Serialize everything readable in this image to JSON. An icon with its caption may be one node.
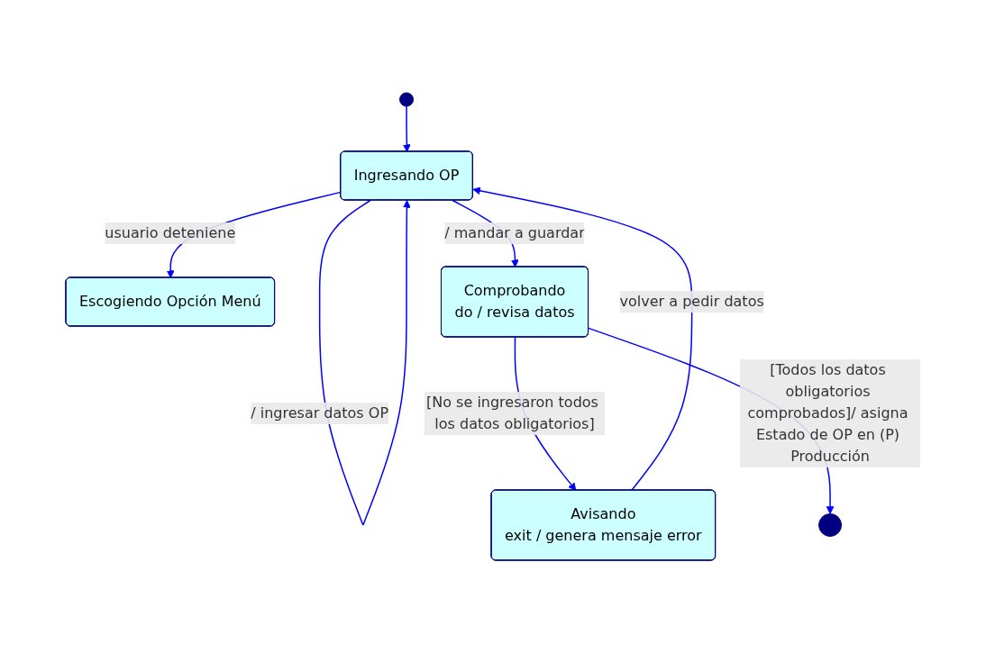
{
  "diagram": {
    "nodes": [
      {
        "text": [],
        "shape": "circle"
      },
      {
        "text": [
          "Ingresando OP"
        ]
      },
      {
        "text": [
          "Escogiendo Opción Menú"
        ]
      },
      {
        "text": [
          "Avisando",
          "exit / genera mensaje error"
        ]
      },
      {
        "text": [
          "Comprobando",
          "do / revisa datos"
        ]
      },
      {
        "text": [],
        "shape": "bullseye"
      }
    ],
    "edges": [
      {
        "from": 0,
        "to": 1,
        "arrow": "to"
      },
      {
        "from": 1,
        "to": 1,
        "arrow": "to",
        "label": "/ ingresar datos OP"
      },
      {
        "from": 1,
        "to": 2,
        "arrow": "to",
        "label": "usuario deteniene"
      },
      {
        "from": 1,
        "to": 4,
        "arrow": "to",
        "label": "/ mandar a guardar"
      },
      {
        "from": 4,
        "to": 3,
        "arrow": "to",
        "label": "[No se ingresaron todos los datos obligatorios]"
      },
      {
        "from": 3,
        "to": 1,
        "arrow": "to",
        "label": "volver a pedir datos"
      },
      {
        "from": 4,
        "to": 5,
        "arrow": "to",
        "label": "[Todos los datos obligatorios comprobados]/ asigna Estado de OP en (P) Producción"
      }
    ]
  }
}
